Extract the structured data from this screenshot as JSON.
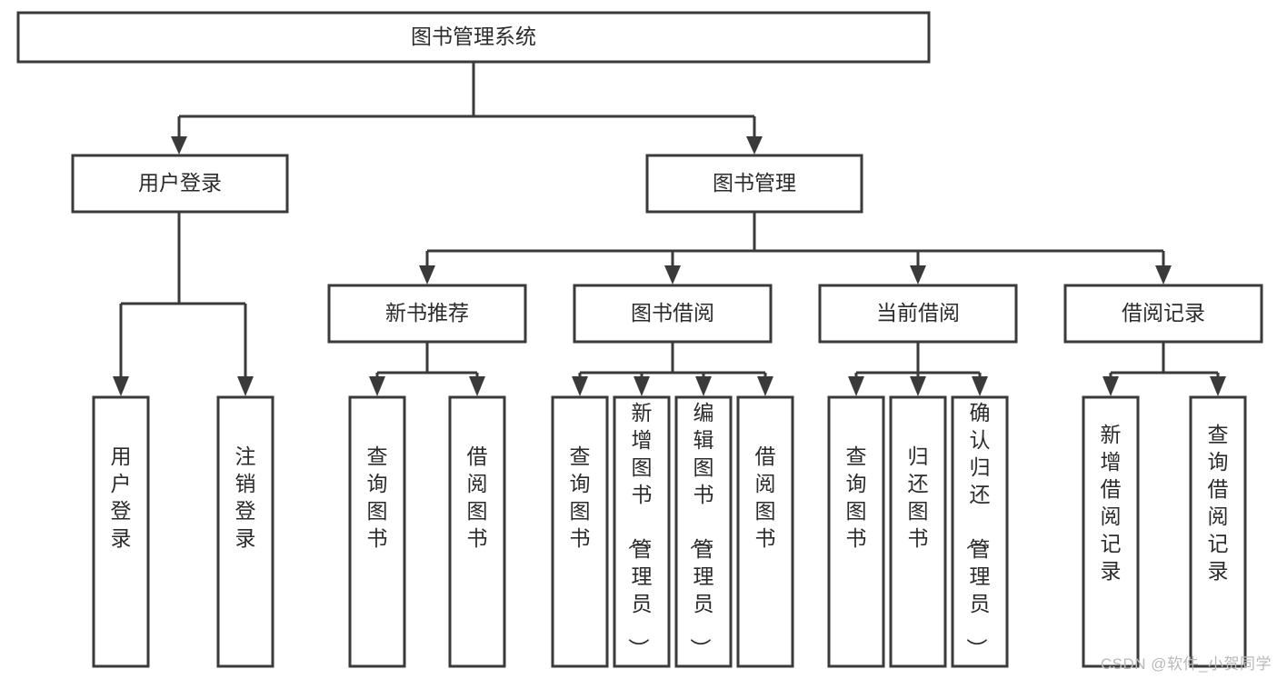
{
  "diagram": {
    "type": "tree",
    "title": "图书管理系统",
    "orientation": "top-down",
    "colors": {
      "stroke": "#3a3a3a",
      "box_fill": "#ffffff",
      "text": "#2b2b2b",
      "background": "#ffffff",
      "watermark": "#b9b9b9"
    },
    "root": {
      "label": "图书管理系统",
      "text_orientation": "horizontal"
    },
    "level2": [
      {
        "label": "用户登录",
        "text_orientation": "horizontal"
      },
      {
        "label": "图书管理",
        "text_orientation": "horizontal"
      }
    ],
    "level3": [
      {
        "label": "新书推荐",
        "text_orientation": "horizontal"
      },
      {
        "label": "图书借阅",
        "text_orientation": "horizontal"
      },
      {
        "label": "当前借阅",
        "text_orientation": "horizontal"
      },
      {
        "label": "借阅记录",
        "text_orientation": "horizontal"
      }
    ],
    "leaves": {
      "用户登录": [
        {
          "label": "用户登录",
          "text_orientation": "vertical"
        },
        {
          "label": "注销登录",
          "text_orientation": "vertical"
        }
      ],
      "新书推荐": [
        {
          "label": "查询图书",
          "text_orientation": "vertical"
        },
        {
          "label": "借阅图书",
          "text_orientation": "vertical"
        }
      ],
      "图书借阅": [
        {
          "label": "查询图书",
          "text_orientation": "vertical"
        },
        {
          "label": "新增图书（管理员）",
          "text_orientation": "vertical"
        },
        {
          "label": "编辑图书（管理员）",
          "text_orientation": "vertical"
        },
        {
          "label": "借阅图书",
          "text_orientation": "vertical"
        }
      ],
      "当前借阅": [
        {
          "label": "查询图书",
          "text_orientation": "vertical"
        },
        {
          "label": "归还图书",
          "text_orientation": "vertical"
        },
        {
          "label": "确认归还（管理员）",
          "text_orientation": "vertical"
        }
      ],
      "借阅记录": [
        {
          "label": "新增借阅记录",
          "text_orientation": "vertical"
        },
        {
          "label": "查询借阅记录",
          "text_orientation": "vertical"
        }
      ]
    }
  },
  "watermark": {
    "text": "CSDN @软件_小贺同学"
  }
}
